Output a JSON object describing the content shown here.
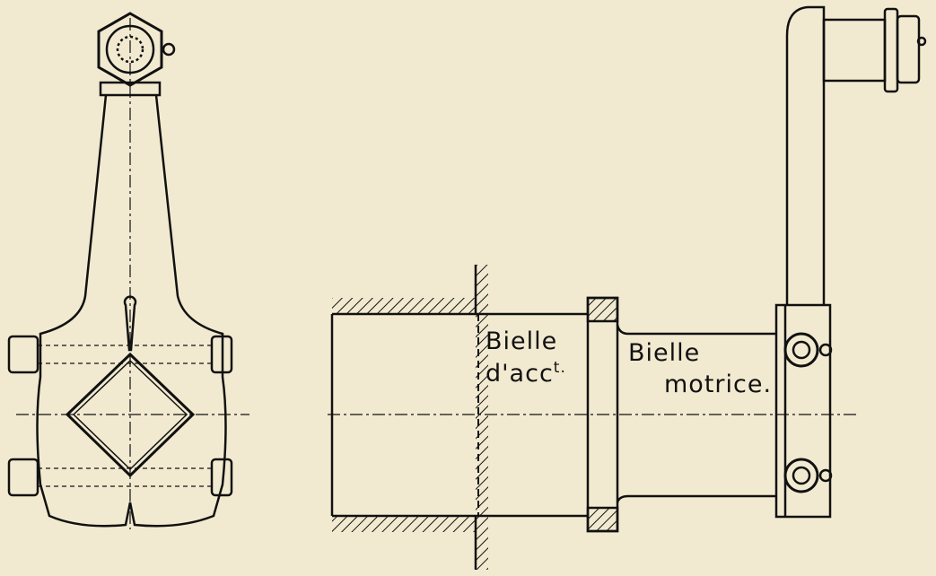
{
  "labels": {
    "bielle_accouplement_line1": "Bielle",
    "bielle_accouplement_line2": "d'acc",
    "bielle_accouplement_sup": "t.",
    "bielle_motrice_line1": "Bielle",
    "bielle_motrice_line2": "motrice."
  },
  "colors": {
    "paper": "#f2ead0",
    "ink": "#111111"
  }
}
